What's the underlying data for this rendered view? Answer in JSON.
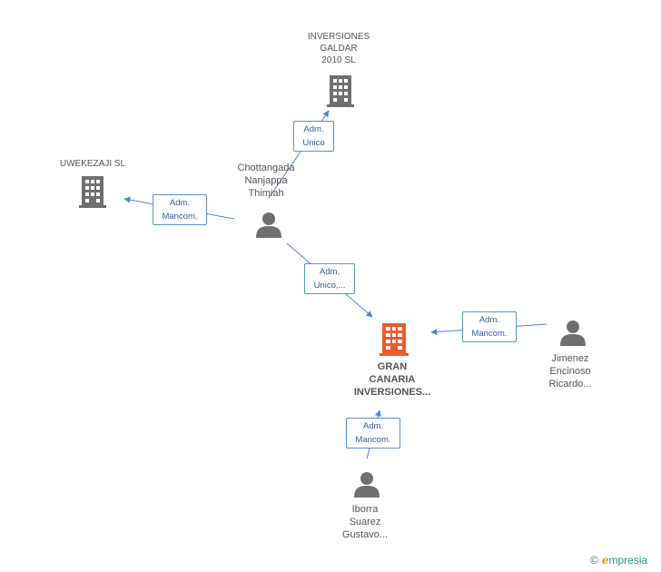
{
  "nodes": {
    "galdar": {
      "label": "INVERSIONES\nGALDAR\n2010 SL",
      "type": "company",
      "color": "#6f6f6f"
    },
    "uwekezaji": {
      "label": "UWEKEZAJI SL",
      "type": "company",
      "color": "#6f6f6f"
    },
    "chottangada": {
      "label": "Chottangada\nNanjappa\nThimiah",
      "type": "person",
      "color": "#6f6f6f"
    },
    "gran_canaria": {
      "label": "GRAN\nCANARIA\nINVERSIONES...",
      "type": "company",
      "color": "#f05a28"
    },
    "jimenez": {
      "label": "Jimenez\nEncinoso\nRicardo...",
      "type": "person",
      "color": "#6f6f6f"
    },
    "iborra": {
      "label": "Iborra\nSuarez\nGustavo...",
      "type": "person",
      "color": "#6f6f6f"
    }
  },
  "edges": {
    "e1": {
      "label": "Adm.\nUnico",
      "from": "chottangada",
      "to": "galdar"
    },
    "e2": {
      "label": "Adm.\nMancom.",
      "from": "chottangada",
      "to": "uwekezaji"
    },
    "e3": {
      "label": "Adm.\nUnico,...",
      "from": "chottangada",
      "to": "gran_canaria"
    },
    "e4": {
      "label": "Adm.\nMancom.",
      "from": "jimenez",
      "to": "gran_canaria"
    },
    "e5": {
      "label": "Adm.\nMancom.",
      "from": "iborra",
      "to": "gran_canaria"
    }
  },
  "colors": {
    "edge": "#4a86d8",
    "edge_text": "#2f5f9e"
  },
  "footer": {
    "copyright": "©",
    "brand_first": "e",
    "brand_rest": "mpresia"
  }
}
